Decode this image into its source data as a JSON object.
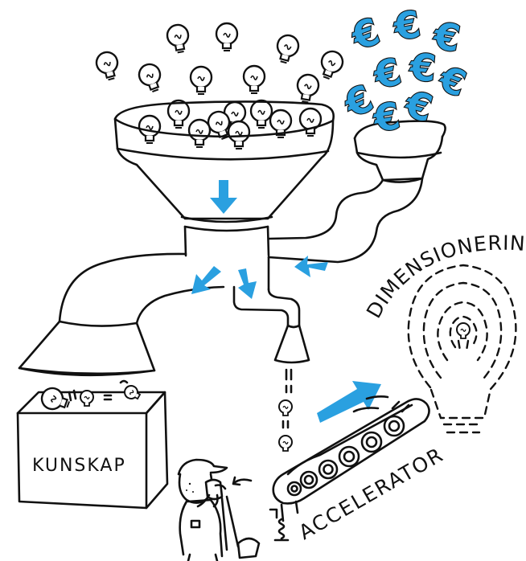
{
  "labels": {
    "knowledge_box": "KUNSKAP",
    "accelerator": "ACCELERATOR",
    "dimensioning": "DIMENSIONERING"
  },
  "colors": {
    "accent_blue": "#2aa0e0",
    "ink": "#111111",
    "background": "#ffffff"
  },
  "icons": {
    "idea_bulb": "lightbulb-icon",
    "money": "euro-icon",
    "flow_arrow": "arrow-icon"
  },
  "euro_symbol": "€"
}
